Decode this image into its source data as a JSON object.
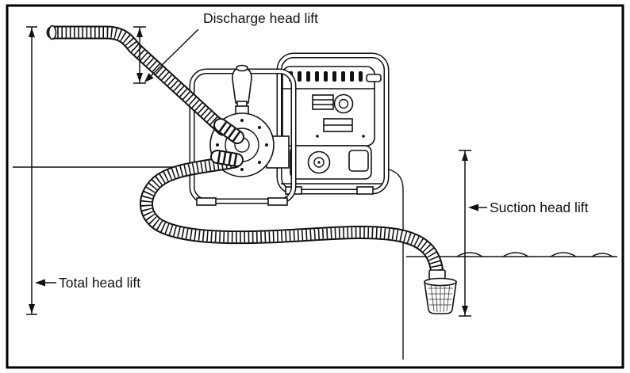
{
  "figure": {
    "labels": {
      "discharge_head_lift": "Discharge head lift",
      "suction_head_lift": "Suction head lift",
      "total_head_lift": "Total head lift"
    },
    "colors": {
      "line": "#111111",
      "background": "#ffffff",
      "border": "#000000"
    }
  }
}
